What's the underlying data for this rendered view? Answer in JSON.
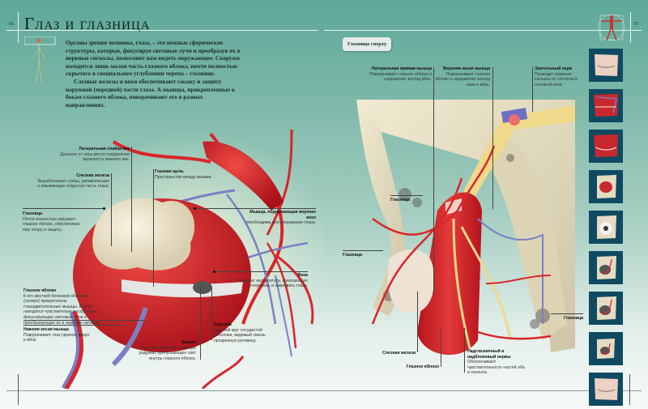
{
  "page": {
    "left_page_number": "86",
    "right_page_number": "87",
    "title": "Глаз и глазница",
    "intro_paragraphs": [
      "Органы зрения человека, глаза, – это нежные сферические структуры, которые, фокусируя световые лучи и преобразуя их в нервные сигналы, позволяют нам видеть окружающее. Снаружи находится лишь малая часть глазного яблока, почти полностью скрытого в специальном углублении черепа – глазнице.",
      "Слезные железы и веки обеспечивают смазку и защиту наружной (передней) части глаза. А мышцы, прикрепленные к бокам глазного яблока, поворачивают его в разных направлениях."
    ]
  },
  "left_figure": {
    "labels": [
      {
        "id": "lateral-commissure",
        "title": "Латеральная спайка век",
        "text": "Дальнее от носа место соединения верхнего и нижнего век."
      },
      {
        "id": "lacrimal-gland",
        "title": "Слезная железа",
        "text": "Вырабатывает слезы, увлажняющие и омывающие открытую часть глаза."
      },
      {
        "id": "orbit",
        "title": "Глазница",
        "text": "Почти полностью окружает глазное яблоко, обеспечивая ему опору и защиту."
      },
      {
        "id": "palpebral-fissure",
        "title": "Глазная щель",
        "text": "Пространство между веками."
      },
      {
        "id": "levator",
        "title": "Мышца, поднимающая верхнее веко",
        "text": "Необходима для открывания глаза."
      },
      {
        "id": "eyelids",
        "title": "Веки",
        "text": "Содержат мускулатуру, помогающую открывать и закрывать глаза."
      },
      {
        "id": "eyeball",
        "title": "Глазное яблоко",
        "text": "К его жесткой белковой оболочке (склере) прикреплены глазодвигательные мышцы. Внутри находятся чувствительные структуры, фокусирующие световые лучи и преобразующие их в нервные сигналы."
      },
      {
        "id": "inferior-oblique",
        "title": "Нижняя косая мышца",
        "text": "Поворачивает глаз (зрачок) вверх и вбок."
      },
      {
        "id": "iris",
        "title": "Радужка",
        "text": "Цветной круг сосудистой оболочки, видимый сквозь прозрачную роговицу."
      },
      {
        "id": "pupil",
        "title": "Зрачок",
        "text": "Круглое отверстие в центре радужки, пропускающее свет внутрь глазного яблока."
      }
    ]
  },
  "right_figure": {
    "badge": "Глазница сверху",
    "labels": [
      {
        "id": "lateral-rectus",
        "title": "Латеральная прямая мышца",
        "text": "Поворачивает глазное яблоко и направляет взгляд вбок."
      },
      {
        "id": "superior-oblique",
        "title": "Верхняя косая мышца",
        "text": "Поворачивает глазное яблоко и направляет взгляд вниз и вбок."
      },
      {
        "id": "optic-nerve",
        "title": "Зрительный нерв",
        "text": "Проводит нервные сигналы от сетчатки в головной мозг."
      },
      {
        "id": "orbit-1",
        "title": "Глазница",
        "text": ""
      },
      {
        "id": "orbit-2",
        "title": "Глазница",
        "text": ""
      },
      {
        "id": "orbit-3",
        "title": "Глазница",
        "text": ""
      },
      {
        "id": "lacrimal-gland-2",
        "title": "Слезная железа",
        "text": ""
      },
      {
        "id": "eyeball-2",
        "title": "Глазное яблоко",
        "text": ""
      },
      {
        "id": "nerves",
        "title": "Надглазничный и надблоковый нервы",
        "text": "Обеспечивают чувствительность частей лба и скальпа."
      }
    ]
  },
  "thumbnails": [
    {
      "name": "closed-eye-skin"
    },
    {
      "name": "eyelid-muscles-vessels"
    },
    {
      "name": "eyelid-muscles"
    },
    {
      "name": "orbit-muscle"
    },
    {
      "name": "eyeball-in-orbit"
    },
    {
      "name": "orbit-vessels-1"
    },
    {
      "name": "orbit-vessels-2"
    },
    {
      "name": "orbit-vessels-3"
    },
    {
      "name": "closed-eye-skin-2"
    }
  ],
  "icons": {
    "left_corner": "nervous-system-figure-icon",
    "right_corner": "vitruvian-muscle-figure-icon"
  },
  "colors": {
    "muscle": "#d8262b",
    "vein": "#7b7fc4",
    "bone": "#e8e0c4",
    "gland": "#efe6d2",
    "thumb_bg": "#0f4a62"
  }
}
